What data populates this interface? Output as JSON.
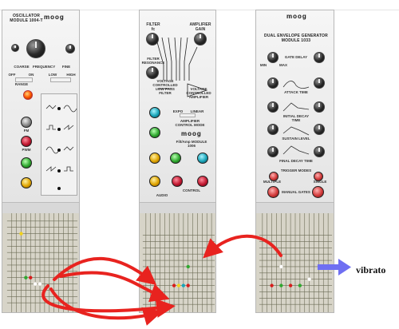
{
  "modules": {
    "oscillator": {
      "title": "OSCILLATOR MODULE 1004-T",
      "logo": "moog",
      "coarse_label": "COARSE",
      "frequency_label": "FREQUENCY",
      "fine_label": "FINE",
      "off_label": "OFF",
      "on_label": "ON",
      "range_label": "RANGE",
      "low_label": "LOW",
      "high_label": "HIGH",
      "fm_label": "FM",
      "pwm_label": "PWM",
      "button_colors": [
        "#19a4b8",
        "#c01830",
        "#2fa82f",
        "#e0a400"
      ]
    },
    "filter_amp": {
      "filter_label": "FILTER",
      "filter_fc": "fc",
      "amplifier_label": "AMPLIFIER",
      "gain_label": "GAIN",
      "resonance_label": "FILTER RESONANCE",
      "vcf_label": "VOLTAGE CONTROLLED LOW PASS FILTER",
      "vca_label": "VOLTAGE CONTROLLED AMPLIFIER",
      "expo_label": "EXPO",
      "linear_label": "LINEAR",
      "control_mode_label": "AMPLIFIER CONTROL MODE",
      "logo": "moog",
      "module_label": "Filt/Amp MODULE 1006",
      "audio_label": "AUDIO",
      "control_label": "CONTROL",
      "button_colors": [
        "#19a4b8",
        "#2fa82f",
        "#e0a400",
        "#c01830",
        "#19a4b8",
        "#2fa82f",
        "#e0a400",
        "#c01830"
      ]
    },
    "envelope": {
      "logo": "moog",
      "title": "DUAL ENVELOPE GENERATOR MODULE 1033",
      "gate_delay": "GATE DELAY",
      "attack_time": "ATTACK TIME",
      "initial_decay_time": "INITIAL DECAY TIME",
      "sustain_level": "SUSTAIN LEVEL",
      "final_decay_time": "FINAL DECAY TIME",
      "trigger_modes": "TRIGGER MODES",
      "multiple": "MULTIPLE",
      "single": "SINGLE",
      "manual_gates": "MANUAL GATES",
      "min": "MIN",
      "max": "MAX"
    }
  },
  "annotation": {
    "vibrato": "vibrato",
    "red_arrow_color": "#e8231f",
    "blue_arrow_color": "#6f6ff2"
  }
}
